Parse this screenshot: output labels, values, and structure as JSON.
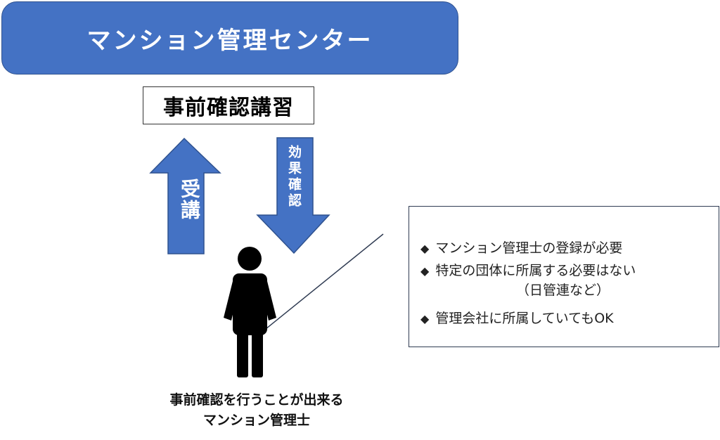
{
  "banner": {
    "title": "マンション管理センター"
  },
  "course": {
    "label": "事前確認講習"
  },
  "arrows": {
    "up_label": "受講",
    "down_label": "効果確認",
    "color": "#4472C4",
    "border_color": "#2F528F"
  },
  "person": {
    "icon": "person-icon",
    "color": "#000000"
  },
  "info": {
    "bullet": "◆",
    "items": [
      "マンション管理士の登録が必要",
      "特定の団体に所属する必要はない",
      "管理会社に所属していてもOK"
    ],
    "item2_note": "（日管連など）"
  },
  "caption": {
    "line1": "事前確認を行うことが出来る",
    "line2": "マンション管理士"
  }
}
